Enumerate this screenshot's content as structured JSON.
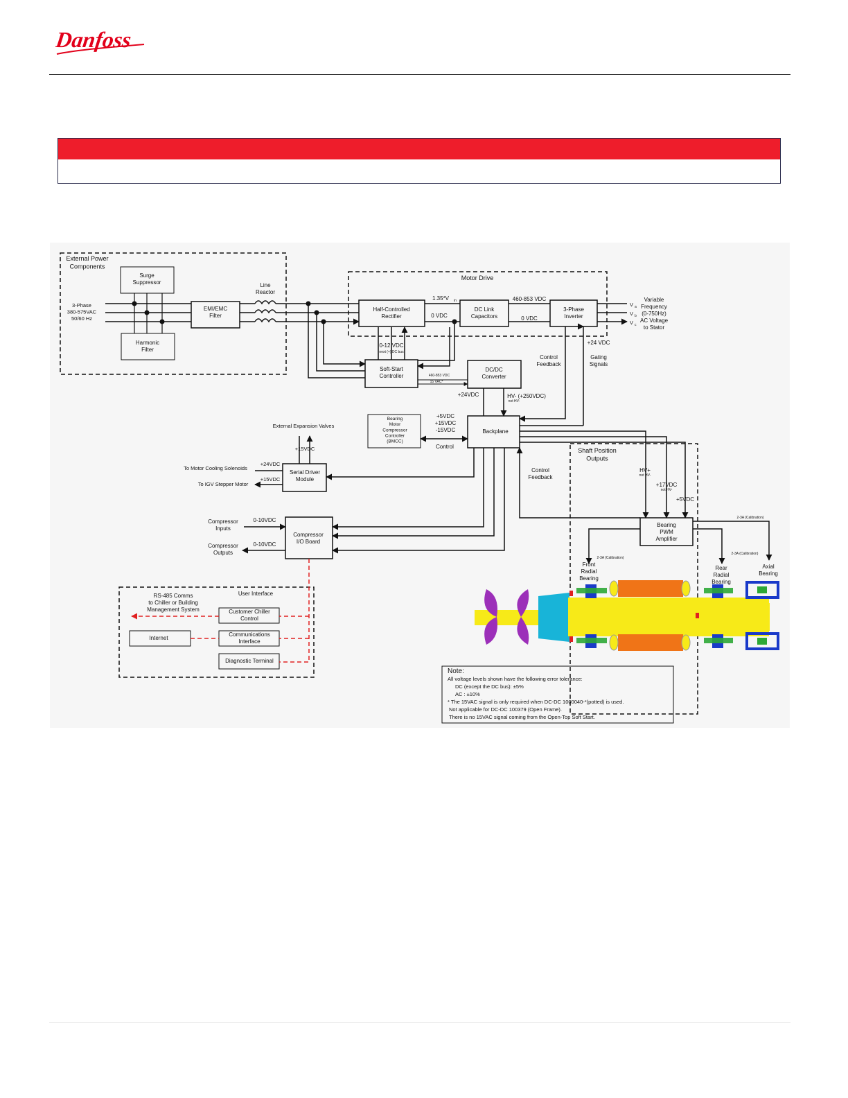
{
  "brand": {
    "logo_text": "Danfoss",
    "color": "#e2001a"
  },
  "title_box": {
    "bar_color": "#ee1d2b"
  },
  "diagram": {
    "boxes": {
      "external_power": "External Power|Components",
      "surge_suppressor": "Surge|Suppressor",
      "emi_filter": "EMI/EMC|Filter",
      "harmonic_filter": "Harmonic|Filter",
      "line_reactor": "Line|Reactor",
      "three_phase_input": "3-Phase|380-575VAC|50/60 Hz",
      "motor_drive": "Motor Drive",
      "rectifier": "Half-Controlled|Rectifier",
      "dc_link": "DC Link|Capacitors",
      "inverter": "3-Phase|Inverter",
      "variable_freq": "Variable|Frequency|(0-750Hz)|AC Voltage|to Stator",
      "soft_start": "Soft-Start|Controller",
      "dcdc": "DC/DC|Converter",
      "bmcc": "Bearing|Motor|Compressor|Controller|(BMCC)",
      "backplane": "Backplane",
      "serial_driver": "Serial Driver|Module",
      "io_board": "Compressor|I/O Board",
      "bearing_pwm": "Bearing|PWM|Amplifier",
      "user_interface": "User Interface",
      "customer_chiller": "Customer Chiller|Control",
      "comm_interface": "Communications|Interface",
      "diag_terminal": "Diagnostic Terminal",
      "internet": "Internet",
      "rs485": "RS-485 Comms|to Chiller or Building|Management System",
      "shaft_position": "Shaft Position|Outputs",
      "front_bearing": "Front|Radial|Bearing",
      "rear_bearing": "Rear|Radial|Bearing",
      "axial_bearing": "Axial|Bearing"
    },
    "labels": {
      "v135": "1.35*V",
      "v135_sub": "in",
      "v460": "460-853 VDC",
      "ovdc1": "0 VDC",
      "ovdc2": "0 VDC",
      "va": "V",
      "va_sub": "a",
      "vb": "V",
      "vb_sub": "b",
      "vc": "V",
      "vc_sub": "c",
      "v012": "0-12 VDC",
      "next_dc": "next (+) DC bus",
      "v24_inv": "+24 VDC",
      "ctrl_fb1": "Control|Feedback",
      "gating": "Gating|Signals",
      "v460b": "460-853 VDC",
      "v15vac": "15 VAC*",
      "v24dc": "+24VDC",
      "hv_plus": "HV- (+250VDC)",
      "not_hv": "not HV-",
      "v5": "+5VDC",
      "v15p": "+15VDC",
      "v15n": "-15VDC",
      "control": "Control",
      "ext_valves": "External Expansion Valves",
      "v15_valves": "+15VDC",
      "cool_sol": "To Motor Cooling Solenoids",
      "v24_sol": "+24VDC",
      "igv": "To IGV Stepper Motor",
      "v15_igv": "+15VDC",
      "ctrl_fb2": "Control|Feedback",
      "hv_b": "HV+",
      "not_hv_b": "not HV-",
      "v17": "+17VDC",
      "not_hv_c": "not HV-",
      "v5b": "+5VDC",
      "cal1": "2-3A (Calibration)",
      "cal2": "2-3A (Calibration)",
      "cal3": "2-3A (Calibration)",
      "comp_in": "Compressor|Inputs",
      "comp_out": "Compressor|Outputs",
      "v010a": "0-10VDC",
      "v010b": "0-10VDC"
    },
    "note": {
      "title": "Note:",
      "lines": [
        "All voltage levels shown have the following error tolerance:",
        "DC (except the DC bus): ±5%",
        "AC : ±10%",
        "* The 15VAC signal is only required when DC-DC 1000040-*(potted) is used.",
        "Not applicable for DC-DC 100379 (Open Frame).",
        "There is no 15VAC signal coming from the Open-Top Soft Start."
      ]
    },
    "colors": {
      "shaft": "#f7ea18",
      "magnet": "#f07417",
      "bearing_blue": "#1a3ac9",
      "bearing_green": "#2ea836",
      "impeller": "#9c2fb9",
      "comms_red": "#e02020"
    }
  }
}
